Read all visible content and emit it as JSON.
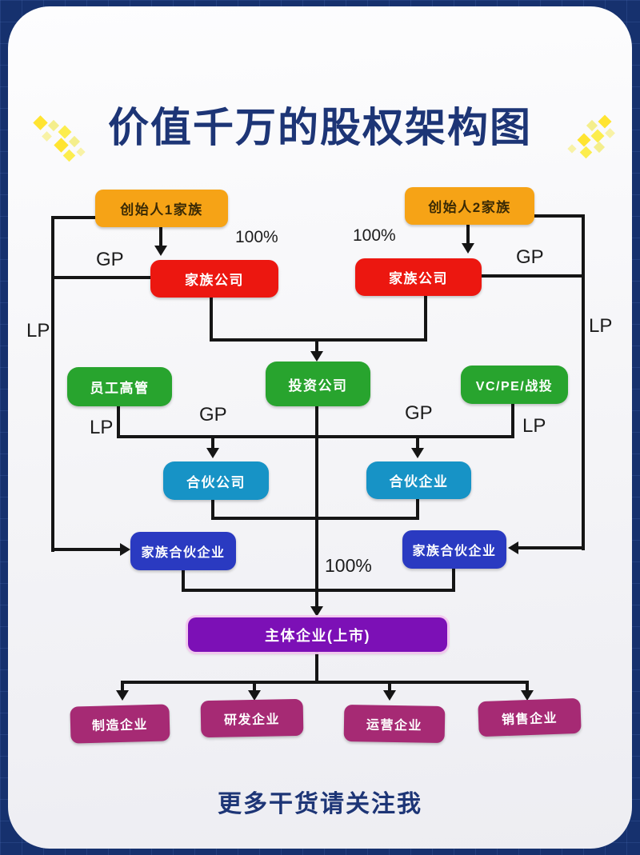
{
  "title": "价值千万的股权架构图",
  "footer": "更多干货请关注我",
  "nodes": {
    "founder1": "创始人1家族",
    "founder2": "创始人2家族",
    "family_company_left": "家族公司",
    "family_company_right": "家族公司",
    "employees": "员工高管",
    "investment_company": "投资公司",
    "vc_pe": "VC/PE/战投",
    "partnership_company": "合伙公司",
    "partnership_enterprise": "合伙企业",
    "family_partnership_left": "家族合伙企业",
    "family_partnership_right": "家族合伙企业",
    "main_company": "主体企业(上市)",
    "manufacturing": "制造企业",
    "rnd": "研发企业",
    "operations": "运营企业",
    "sales": "销售企业"
  },
  "edge_labels": {
    "founder1_to_family": "100%",
    "founder2_to_family": "100%",
    "gp_top_left": "GP",
    "gp_top_right": "GP",
    "lp_left": "LP",
    "lp_right": "LP",
    "gp_mid_left": "GP",
    "gp_mid_right": "GP",
    "lp_mid_left": "LP",
    "lp_mid_right": "LP",
    "to_main_company": "100%"
  },
  "edges": [
    {
      "from": "创始人1家族",
      "to": "家族公司",
      "label": "100%"
    },
    {
      "from": "创始人2家族",
      "to": "家族公司",
      "label": "100%"
    },
    {
      "from": "家族公司",
      "to": "投资公司",
      "label": ""
    },
    {
      "from": "家族公司",
      "to": "家族合伙企业",
      "label": "GP"
    },
    {
      "from": "创始人1家族",
      "to": "家族合伙企业",
      "label": "LP"
    },
    {
      "from": "创始人2家族",
      "to": "家族合伙企业",
      "label": "LP"
    },
    {
      "from": "投资公司",
      "to": "合伙公司",
      "label": "GP"
    },
    {
      "from": "投资公司",
      "to": "合伙企业",
      "label": "GP"
    },
    {
      "from": "员工高管",
      "to": "合伙公司",
      "label": "LP"
    },
    {
      "from": "VC/PE/战投",
      "to": "合伙企业",
      "label": "LP"
    },
    {
      "from": "投资公司",
      "to": "主体企业(上市)",
      "label": "100%"
    },
    {
      "from": "主体企业(上市)",
      "to": "制造企业",
      "label": ""
    },
    {
      "from": "主体企业(上市)",
      "to": "研发企业",
      "label": ""
    },
    {
      "from": "主体企业(上市)",
      "to": "运营企业",
      "label": ""
    },
    {
      "from": "主体企业(上市)",
      "to": "销售企业",
      "label": ""
    }
  ],
  "colors": {
    "frame": "#16316e",
    "card": "#f4f4f7",
    "title_text": "#1d3576",
    "founder": "#f6a316",
    "family_company": "#ec1710",
    "green_tier": "#28a42e",
    "partnership_tier": "#1793c6",
    "family_partnership": "#2a3ac1",
    "main_company": "#7c10b6",
    "subsidiary": "#a62a74",
    "line": "#151515",
    "diamond_decoration": "#ffe431"
  }
}
